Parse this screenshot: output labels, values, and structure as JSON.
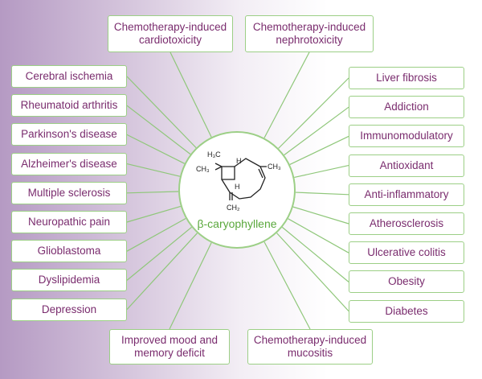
{
  "center": {
    "name": "β-caryophyllene",
    "structure_labels": {
      "ch3_top": "H₃C",
      "ch3_left": "CH₃",
      "ch3_right": "CH₃",
      "h_top": "H",
      "h_bottom": "H",
      "ch2": "CH₂"
    }
  },
  "top": [
    {
      "label": "Chemotherapy-induced\ncardiotoxicity"
    },
    {
      "label": "Chemotherapy-induced\nnephrotoxicity"
    }
  ],
  "bottom": [
    {
      "label": "Improved mood and\nmemory deficit"
    },
    {
      "label": "Chemotherapy-induced\nmucositis"
    }
  ],
  "left": [
    {
      "label": "Cerebral ischemia"
    },
    {
      "label": "Rheumatoid arthritis"
    },
    {
      "label": "Parkinson's disease"
    },
    {
      "label": "Alzheimer's disease"
    },
    {
      "label": "Multiple sclerosis"
    },
    {
      "label": "Neuropathic pain"
    },
    {
      "label": "Glioblastoma"
    },
    {
      "label": "Dyslipidemia"
    },
    {
      "label": "Depression"
    }
  ],
  "right": [
    {
      "label": "Liver fibrosis"
    },
    {
      "label": "Addiction"
    },
    {
      "label": "Immunomodulatory"
    },
    {
      "label": "Antioxidant"
    },
    {
      "label": "Anti-inflammatory"
    },
    {
      "label": "Atherosclerosis"
    },
    {
      "label": "Ulcerative colitis"
    },
    {
      "label": "Obesity"
    },
    {
      "label": "Diabetes"
    }
  ],
  "colors": {
    "text": "#7a2c6e",
    "border": "#9ccf86",
    "connector": "#8fc77a",
    "center_text": "#5aa83c"
  }
}
